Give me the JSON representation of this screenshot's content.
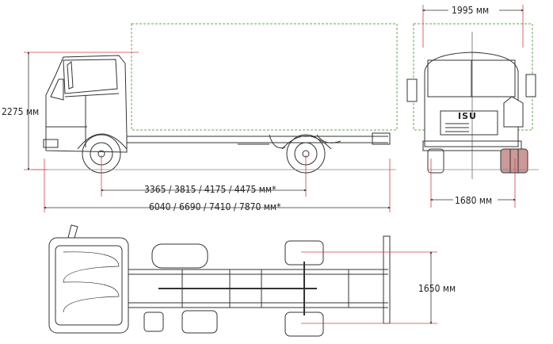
{
  "dimensions": {
    "overall_width": "1995 мм",
    "height": "2275 мм",
    "wheelbase": "3365 / 3815 / 4175 / 4475 мм*",
    "overall_length": "6040 / 6690 / 7410 / 7870 мм*",
    "rear_track": "1680 мм",
    "frame_width": "1650 мм"
  },
  "branding": {
    "grille_logo": "ISU"
  },
  "colors": {
    "dimension_line": "#d04040",
    "cargo_body_outline": "#5fae4a",
    "drawing_line": "#333333",
    "text": "#222222"
  }
}
